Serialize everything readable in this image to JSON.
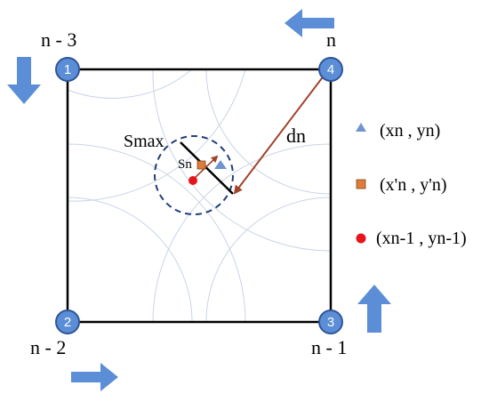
{
  "nodes": [
    {
      "id": "1",
      "label": "n - 3"
    },
    {
      "id": "2",
      "label": "n - 2"
    },
    {
      "id": "3",
      "label": "n - 1"
    },
    {
      "id": "4",
      "label": "n"
    }
  ],
  "annotations": {
    "s_max": "Smax",
    "s_n": "Sn",
    "d_n": "dn"
  },
  "legend": [
    {
      "marker": "triangle",
      "color": "#5b8ed6",
      "text": "(xn , yn)"
    },
    {
      "marker": "square",
      "color": "#e07b39",
      "text": "(x'n , y'n)"
    },
    {
      "marker": "circle",
      "color": "#e8141d",
      "text": "(xn-1 , yn-1)"
    }
  ],
  "colors": {
    "node_fill": "#5b8ed6",
    "node_stroke": "#2f5597",
    "arrow_fill": "#5b8ed6",
    "circle_dash": "#1f3e7a",
    "d_vector": "#a0442d",
    "grid_arcs": "#c9d4e6"
  },
  "icons": [
    "arrow-left-icon",
    "arrow-down-icon",
    "arrow-right-icon",
    "arrow-up-icon"
  ]
}
